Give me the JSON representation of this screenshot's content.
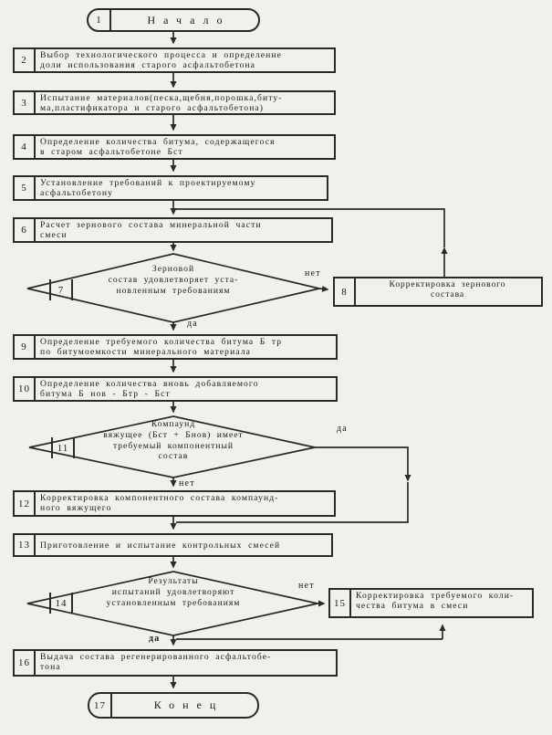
{
  "palette": {
    "paper": "#f2f0ea",
    "ink": "#2a2a2a"
  },
  "diagram_type": "flowchart",
  "language": "ru",
  "nodes": {
    "n1": {
      "number": "1",
      "text": "Начало"
    },
    "n2": {
      "number": "2",
      "lines": [
        "Выбор технологического процесса и определение",
        "доли использования старого асфальтобетона"
      ]
    },
    "n3": {
      "number": "3",
      "lines": [
        "Испытание материалов(песка,щебня,порошка,биту-",
        "ма,пластификатора и старого асфальтобетона)"
      ]
    },
    "n4": {
      "number": "4",
      "lines": [
        "Определение количества битума, содержащегося",
        "в старом асфальтобетоне Бст"
      ]
    },
    "n5": {
      "number": "5",
      "lines": [
        "Установление требований к проектируемому",
        "асфальтобетону"
      ]
    },
    "n6": {
      "number": "6",
      "lines": [
        "Расчет зернового состава минеральной части",
        "смеси"
      ]
    },
    "d7": {
      "number": "7",
      "lines": [
        "Зерновой",
        "состав удовлетворяет уста-",
        "новленным требованиям"
      ]
    },
    "n8": {
      "number": "8",
      "lines": [
        "Корректировка зернового",
        "состава"
      ]
    },
    "n9": {
      "number": "9",
      "lines": [
        "Определение требуемого количества битума Б тр",
        "по битумоемкости минерального материала"
      ]
    },
    "n10": {
      "number": "10",
      "lines": [
        "Определение количества вновь добавляемого",
        "битума Б нов - Бтр - Бст"
      ]
    },
    "d11": {
      "number": "11",
      "lines": [
        "Компаунд",
        "вяжущее (Бст + Бнов) имеет",
        "требуемый компонентный",
        "состав"
      ]
    },
    "n12": {
      "number": "12",
      "lines": [
        "Корректировка компонентного состава компаунд-",
        "ного вяжущего"
      ]
    },
    "n13": {
      "number": "13",
      "lines": [
        "Приготовление и испытание контрольных смесей"
      ]
    },
    "d14": {
      "number": "14",
      "lines": [
        "Результаты",
        "испытаний удовлетворяют",
        "установленным требованиям"
      ]
    },
    "n15": {
      "number": "15",
      "lines": [
        "Корректировка требуемого коли-",
        "чества битума в смеси"
      ]
    },
    "n16": {
      "number": "16",
      "lines": [
        "Выдача состава регенерированного асфальтобе-",
        "тона"
      ]
    },
    "n17": {
      "number": "17",
      "text": "Конец"
    }
  },
  "labels": {
    "d7_no": "нет",
    "d7_yes": "да",
    "d11_yes": "да",
    "d11_no": "нет",
    "d14_no": "нет",
    "d14_yes": "да"
  },
  "flow": [
    "1→2",
    "2→3",
    "3→4",
    "4→5",
    "5→6",
    "6→7",
    "7—нет→8",
    "8→(обратно в 6)",
    "7—да→9",
    "9→10",
    "10→11",
    "11—да→(мимо 12, в 13)",
    "11—нет→12",
    "12→13",
    "13→14",
    "14—нет→15",
    "15→(в ствол перед 16)",
    "14—да→16",
    "16→17"
  ]
}
